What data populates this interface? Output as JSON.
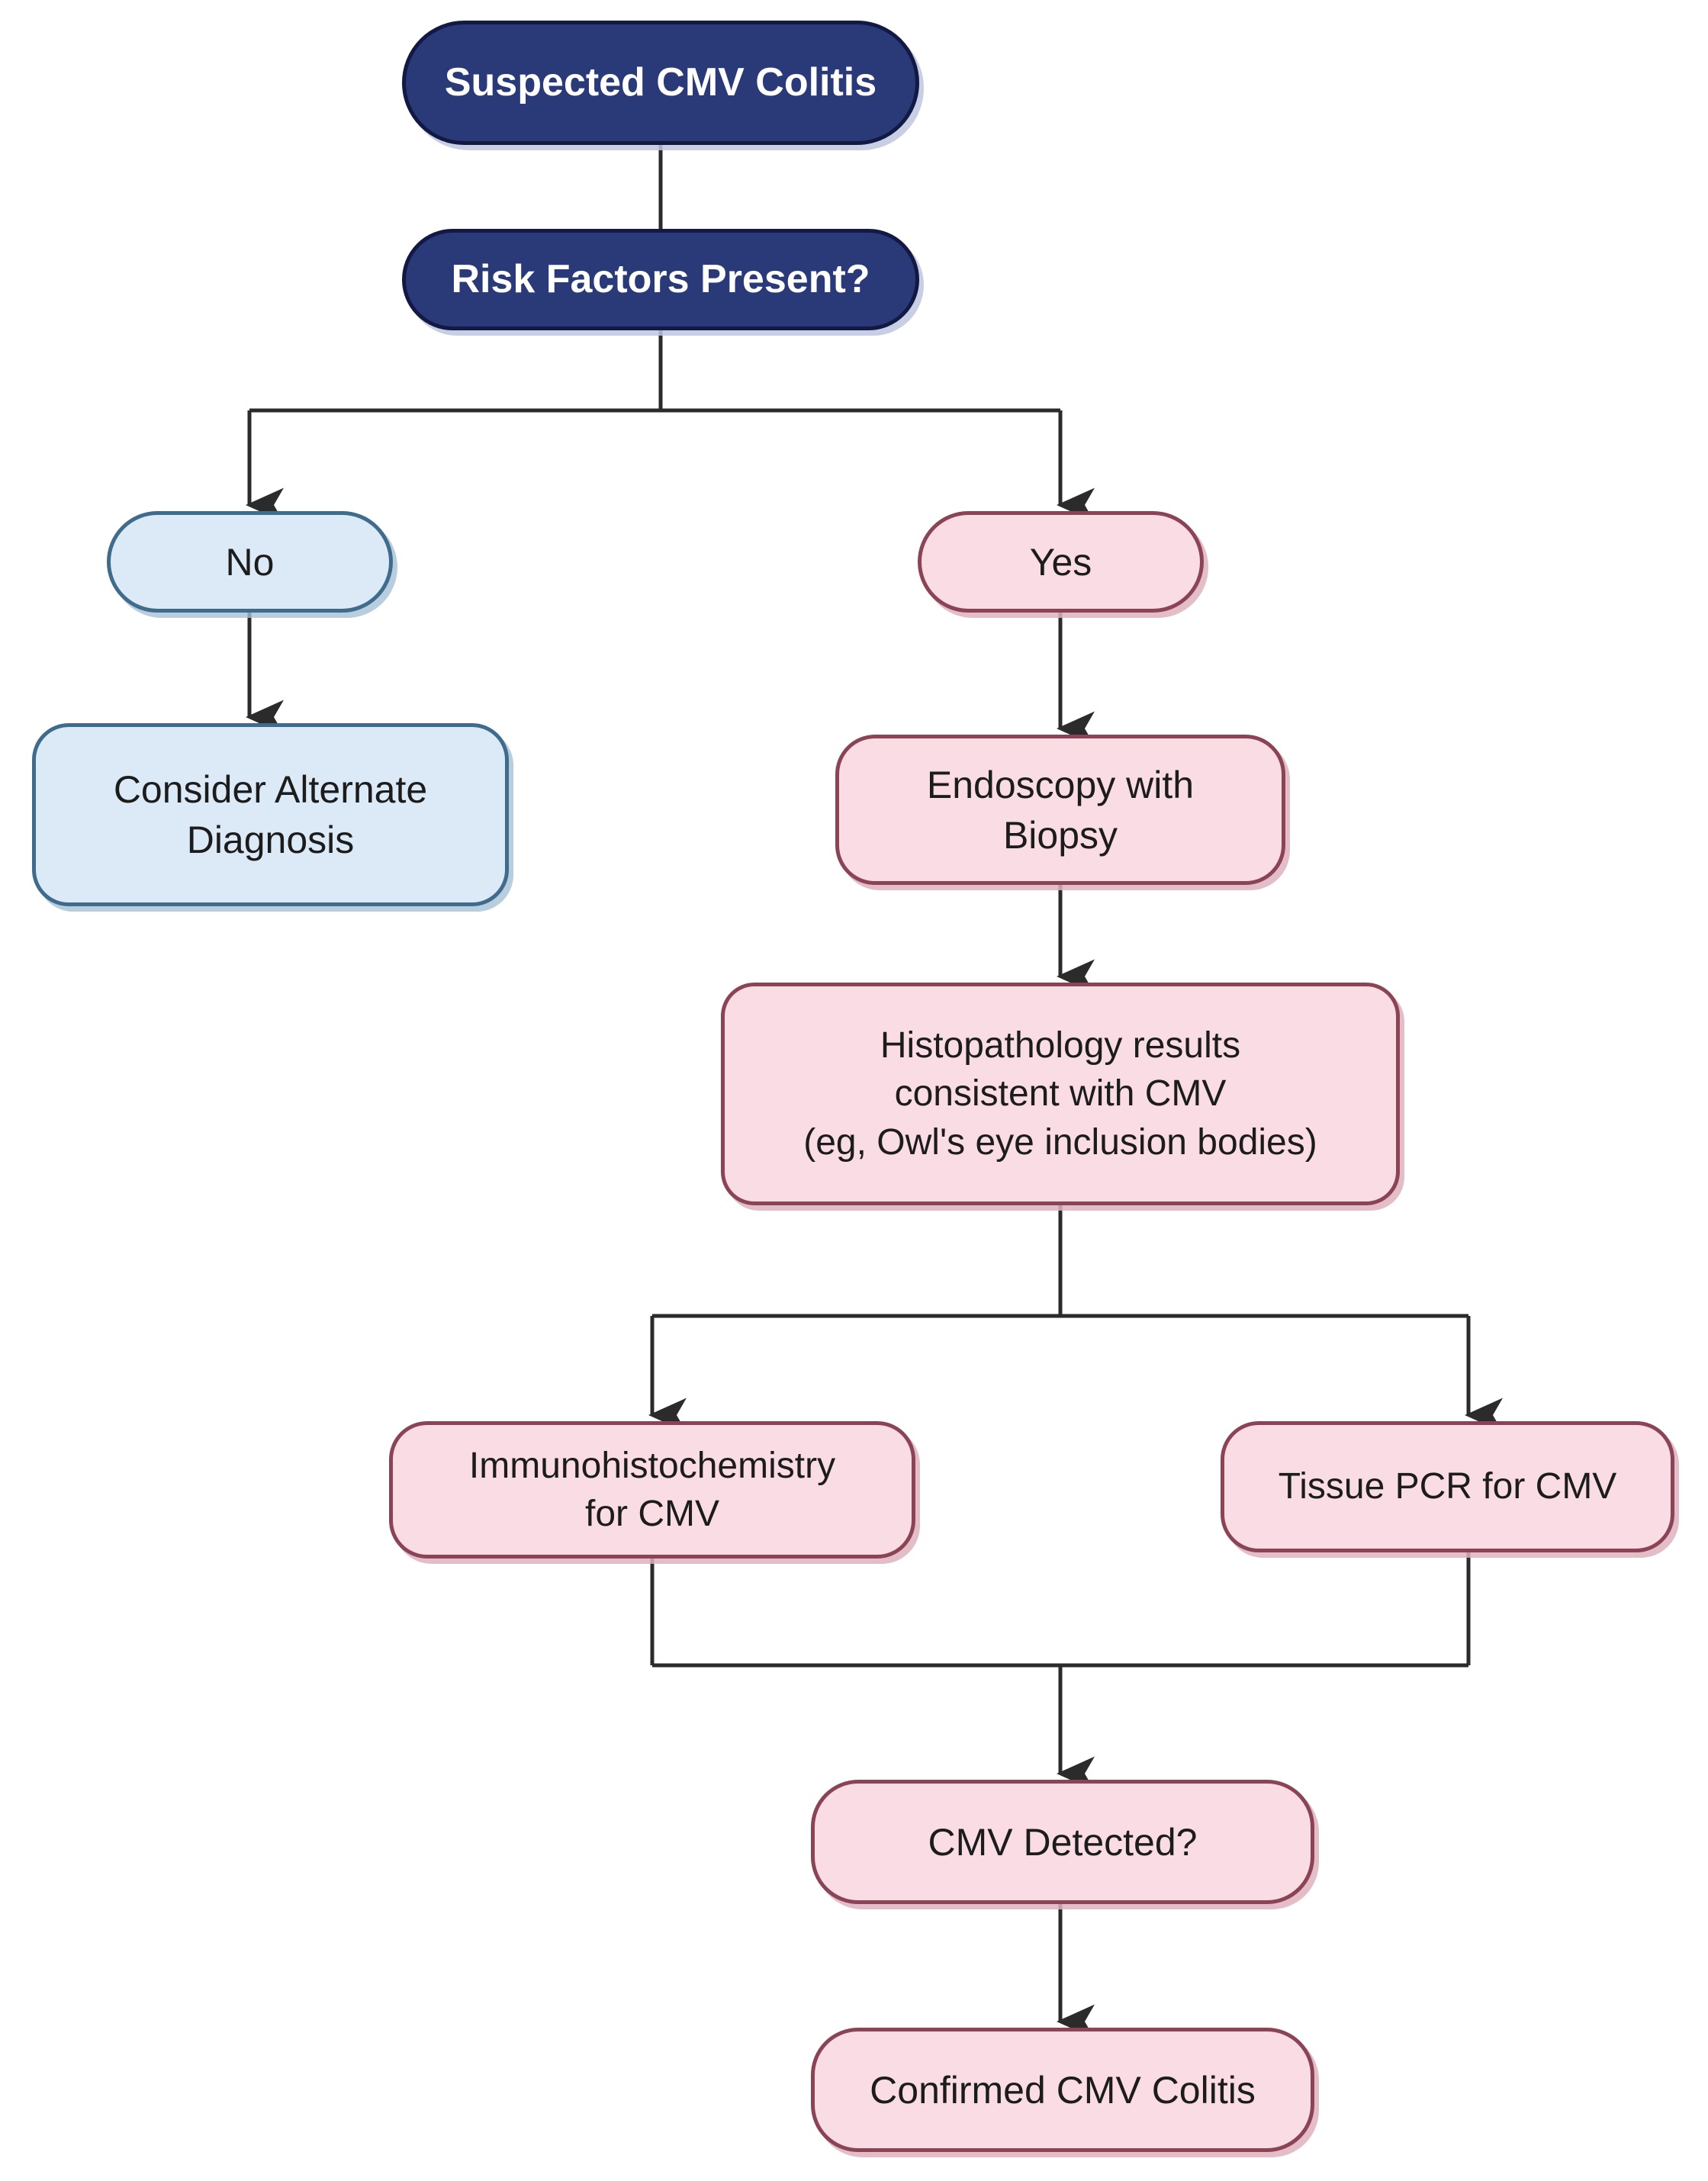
{
  "diagram": {
    "title": "Suspected CMV Colitis diagnostic algorithm",
    "palette": {
      "navy_fill": "#2A3A78",
      "navy_border": "#121a44",
      "blue_fill": "#DCE9F6",
      "blue_border": "#3F6B8C",
      "pink_fill": "#FADCE4",
      "pink_border": "#8B4456",
      "edge_color": "#2b2b2b",
      "background": "#FFFFFF"
    },
    "nodes": [
      {
        "id": "n1",
        "label": "Suspected CMV Colitis",
        "style": "navy"
      },
      {
        "id": "n2",
        "label": "Risk Factors Present?",
        "style": "navy"
      },
      {
        "id": "n3",
        "label": "No",
        "style": "blue"
      },
      {
        "id": "n4",
        "label": "Consider Alternate\nDiagnosis",
        "style": "blue"
      },
      {
        "id": "n5",
        "label": "Yes",
        "style": "pink"
      },
      {
        "id": "n6",
        "label": "Endoscopy with\nBiopsy",
        "style": "pink"
      },
      {
        "id": "n7",
        "label": "Histopathology results\nconsistent with CMV\n(eg, Owl's eye inclusion bodies)",
        "style": "pink"
      },
      {
        "id": "n8",
        "label": "Immunohistochemistry\nfor CMV",
        "style": "pink"
      },
      {
        "id": "n9",
        "label": "Tissue PCR for CMV",
        "style": "pink"
      },
      {
        "id": "n10",
        "label": "CMV Detected?",
        "style": "pink"
      },
      {
        "id": "n11",
        "label": "Confirmed CMV Colitis",
        "style": "pink"
      }
    ],
    "edges": [
      {
        "from": "n1",
        "to": "n2",
        "kind": "straight",
        "arrow": false
      },
      {
        "from": "n2",
        "to": "n3",
        "kind": "split-left",
        "arrow": true
      },
      {
        "from": "n2",
        "to": "n5",
        "kind": "split-right",
        "arrow": true
      },
      {
        "from": "n3",
        "to": "n4",
        "kind": "straight",
        "arrow": true
      },
      {
        "from": "n5",
        "to": "n6",
        "kind": "straight",
        "arrow": true
      },
      {
        "from": "n6",
        "to": "n7",
        "kind": "straight",
        "arrow": true
      },
      {
        "from": "n7",
        "to": "n8",
        "kind": "split-left",
        "arrow": true
      },
      {
        "from": "n7",
        "to": "n9",
        "kind": "split-right",
        "arrow": true
      },
      {
        "from": "n8",
        "to": "n10",
        "kind": "merge-left",
        "arrow": false
      },
      {
        "from": "n9",
        "to": "n10",
        "kind": "merge-right",
        "arrow": true
      },
      {
        "from": "n10",
        "to": "n11",
        "kind": "straight",
        "arrow": true
      }
    ]
  }
}
